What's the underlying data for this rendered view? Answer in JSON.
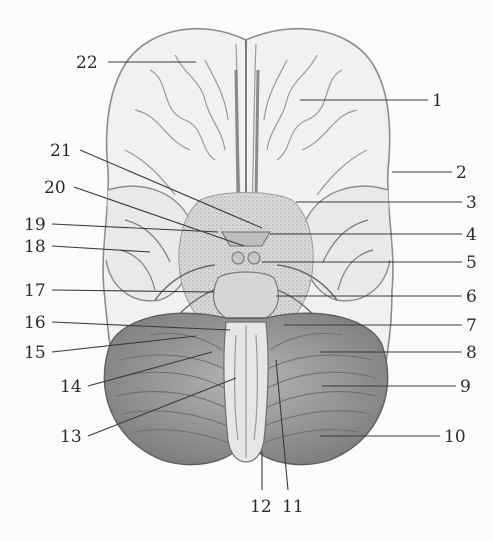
{
  "diagram": {
    "labels": [
      {
        "id": "1",
        "text": "1"
      },
      {
        "id": "2",
        "text": "2"
      },
      {
        "id": "3",
        "text": "3"
      },
      {
        "id": "4",
        "text": "4"
      },
      {
        "id": "5",
        "text": "5"
      },
      {
        "id": "6",
        "text": "6"
      },
      {
        "id": "7",
        "text": "7"
      },
      {
        "id": "8",
        "text": "8"
      },
      {
        "id": "9",
        "text": "9"
      },
      {
        "id": "10",
        "text": "10"
      },
      {
        "id": "11",
        "text": "11"
      },
      {
        "id": "12",
        "text": "12"
      },
      {
        "id": "13",
        "text": "13"
      },
      {
        "id": "14",
        "text": "14"
      },
      {
        "id": "15",
        "text": "15"
      },
      {
        "id": "16",
        "text": "16"
      },
      {
        "id": "17",
        "text": "17"
      },
      {
        "id": "18",
        "text": "18"
      },
      {
        "id": "19",
        "text": "19"
      },
      {
        "id": "20",
        "text": "20"
      },
      {
        "id": "21",
        "text": "21"
      },
      {
        "id": "22",
        "text": "22"
      }
    ],
    "colors": {
      "outline": "#8c8c8c",
      "cerebellum": "#8f8f8f",
      "brainstem": "#cfcfcf",
      "leader_line": "#3a3a3a",
      "label_text": "#2a2a2a"
    }
  }
}
